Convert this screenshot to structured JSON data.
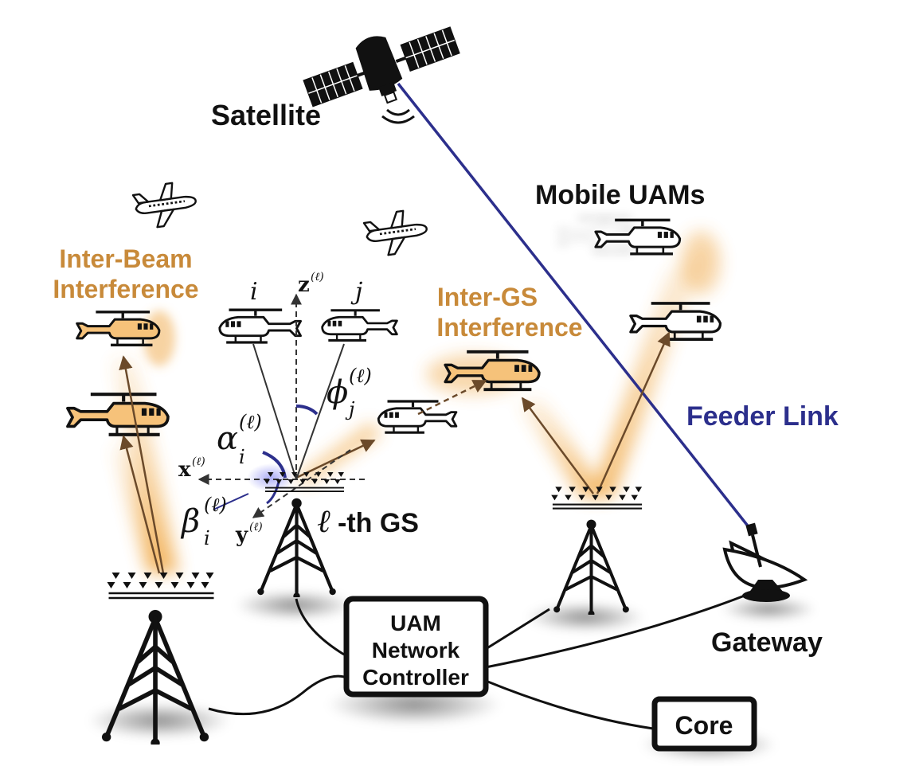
{
  "labels": {
    "satellite": "Satellite",
    "mobile_uams": "Mobile UAMs",
    "inter_beam_line1": "Inter-Beam",
    "inter_beam_line2": "Interference",
    "inter_gs_line1": "Inter-GS",
    "inter_gs_line2": "Interference",
    "feeder_link": "Feeder Link",
    "gs_suffix": "-th GS",
    "controller_line1": "UAM",
    "controller_line2": "Network",
    "controller_line3": "Controller",
    "core": "Core",
    "gateway": "Gateway"
  },
  "math": {
    "i": "i",
    "j": "j",
    "ell": "ℓ",
    "alpha": "α",
    "beta": "β",
    "phi": "ϕ",
    "alpha_sub": "i",
    "beta_sub": "i",
    "phi_sub": "j",
    "sup": "(ℓ)",
    "x_axis": "x",
    "y_axis": "y",
    "z_axis": "z"
  },
  "colors": {
    "orange_text": "#c88a3a",
    "orange_glow": "#f0a845",
    "feeder_blue": "#2c2f8c",
    "black": "#111111",
    "uav_fill_orange": "#f6c27a"
  },
  "icons": [
    "satellite-icon",
    "airplane-icon",
    "helicopter-icon",
    "antenna-array-icon",
    "tower-icon",
    "dish-icon"
  ]
}
